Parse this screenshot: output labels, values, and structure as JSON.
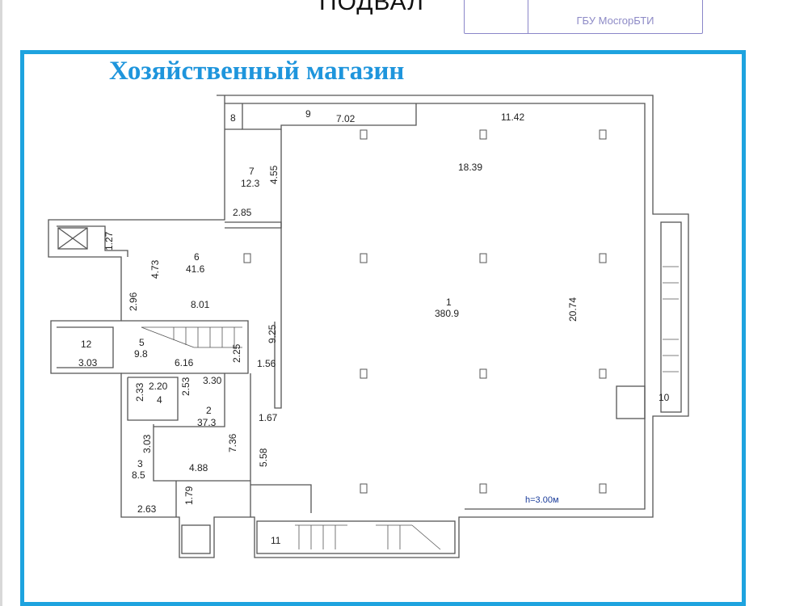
{
  "header": {
    "title": "ПОДВАЛ",
    "stamp_text": "ГБУ МосгорБТИ"
  },
  "plan": {
    "title": "Хозяйственный магазин",
    "height_note": "h=3.00м",
    "rooms": [
      {
        "number": "1",
        "area": "380.9"
      },
      {
        "number": "2",
        "area": "37.3"
      },
      {
        "number": "3",
        "area": "8.5"
      },
      {
        "number": "4",
        "label": "4"
      },
      {
        "number": "5",
        "area": "9.8"
      },
      {
        "number": "6",
        "area": "41.6"
      },
      {
        "number": "7",
        "area": "12.3"
      },
      {
        "number": "8"
      },
      {
        "number": "9"
      },
      {
        "number": "10"
      },
      {
        "number": "11"
      },
      {
        "number": "12"
      }
    ],
    "dimensions": [
      "7.02",
      "11.42",
      "18.39",
      "4.55",
      "2.85",
      "1.27",
      "4.73",
      "2.96",
      "8.01",
      "9.25",
      "2.25",
      "1.56",
      "6.16",
      "3.03",
      "2.20",
      "2.53",
      "3.30",
      "2.33",
      "1.67",
      "7.36",
      "3.03",
      "4.88",
      "5.58",
      "1.79",
      "2.63",
      "20.74"
    ]
  },
  "colors": {
    "frame": "#1ea3df",
    "title": "#1e95dc",
    "stamp": "#8a86c9"
  }
}
